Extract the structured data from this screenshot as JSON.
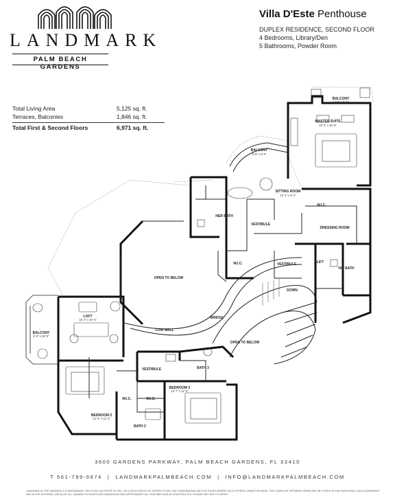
{
  "brand": {
    "name": "LANDMARK",
    "subtitle": "PALM BEACH GARDENS"
  },
  "unit": {
    "title_bold": "Villa D'Este",
    "title_rest": " Penthouse",
    "lines": [
      "DUPLEX RESIDENCE, SECOND FLOOR",
      "4 Bedrooms, Library/Den",
      "5 Bathrooms, Powder Room"
    ]
  },
  "areas": [
    {
      "label": "Total Living Area",
      "value": "5,125 sq. ft.",
      "total": false
    },
    {
      "label": "Terraces, Balconies",
      "value": "1,846 sq. ft.",
      "total": false
    },
    {
      "label": "Total First & Second Floors",
      "value": "6,971 sq. ft.",
      "total": true
    }
  ],
  "rooms": {
    "balcony_top": "BALCONY",
    "balcony_top_dim": "11' 5\" x 5' 9\"",
    "master_suite": "MASTER SUITE",
    "master_suite_dim": "15' 3\" x 15' 8\"",
    "balcony_mid": "BALCONY",
    "balcony_mid_dim": "6' 8\" x 9' 6\"",
    "sitting_room": "SITTING ROOM",
    "sitting_room_dim": "10' 4\" x 9' 2\"",
    "wic_master": "W.I.C.",
    "her_bath": "HER BATH",
    "vestibule_upper": "VESTIBULE",
    "dressing_room": "DRESSING ROOM",
    "wic_mid": "W.I.C.",
    "vestibule_mid": "VESTIBULE",
    "lift": "LIFT",
    "his_bath": "HIS BATH",
    "open_to_below_1": "OPEN TO BELOW",
    "down": "DOWN",
    "bridge": "BRIDGE",
    "low_wall": "LOW WALL",
    "open_to_below_2": "OPEN TO BELOW",
    "loft": "LOFT",
    "loft_dim": "16' 4\" x 16' 4\"",
    "balcony_left": "BALCONY",
    "balcony_left_dim": "6' 0\" x 15' 5\"",
    "vestibule_lower": "VESTIBULE",
    "bath_3": "BATH 3",
    "bedroom_3": "BEDROOM 3",
    "bedroom_3_dim": "13' 7\" x 12' 0\"",
    "wic_bed2": "W.I.C.",
    "wic_bed3": "W.I.C.",
    "bedroom_2": "BEDROOM 2",
    "bedroom_2_dim": "12' 9\" x 12' 3\"",
    "bath_2": "BATH 2"
  },
  "footer": {
    "address": "3600 GARDENS PARKWAY, PALM BEACH GARDENS, FL 33410",
    "phone": "T 561-799-6674",
    "website": "LANDMARKPALMBEACH.COM",
    "email": "INFO@LANDMARKPALMBEACH.COM",
    "separator": "|",
    "disclaimer": "LANDMARK AT THE GARDENS, A CONDOMINIUM. THIS IS NOT AN OFFER TO SELL OR A SOLICITATION OF OFFERS TO BUY THE CONDOMINIUM UNITS IN STATES WHERE SUCH OFFERS CANNOT BE MADE. THE COMPLETE OFFERING TERMS ARE SET FORTH IN THE PURCHASE & SALE AGREEMENT AND IN THE OFFERING CIRCULAR. ALL SQUARE FOOTAGES AND DIMENSIONS ARE APPROXIMATE. ALL FEATURES ARE AS CONSTRUCTED. PLEASE SEE UNIT TO VERIFY."
  }
}
